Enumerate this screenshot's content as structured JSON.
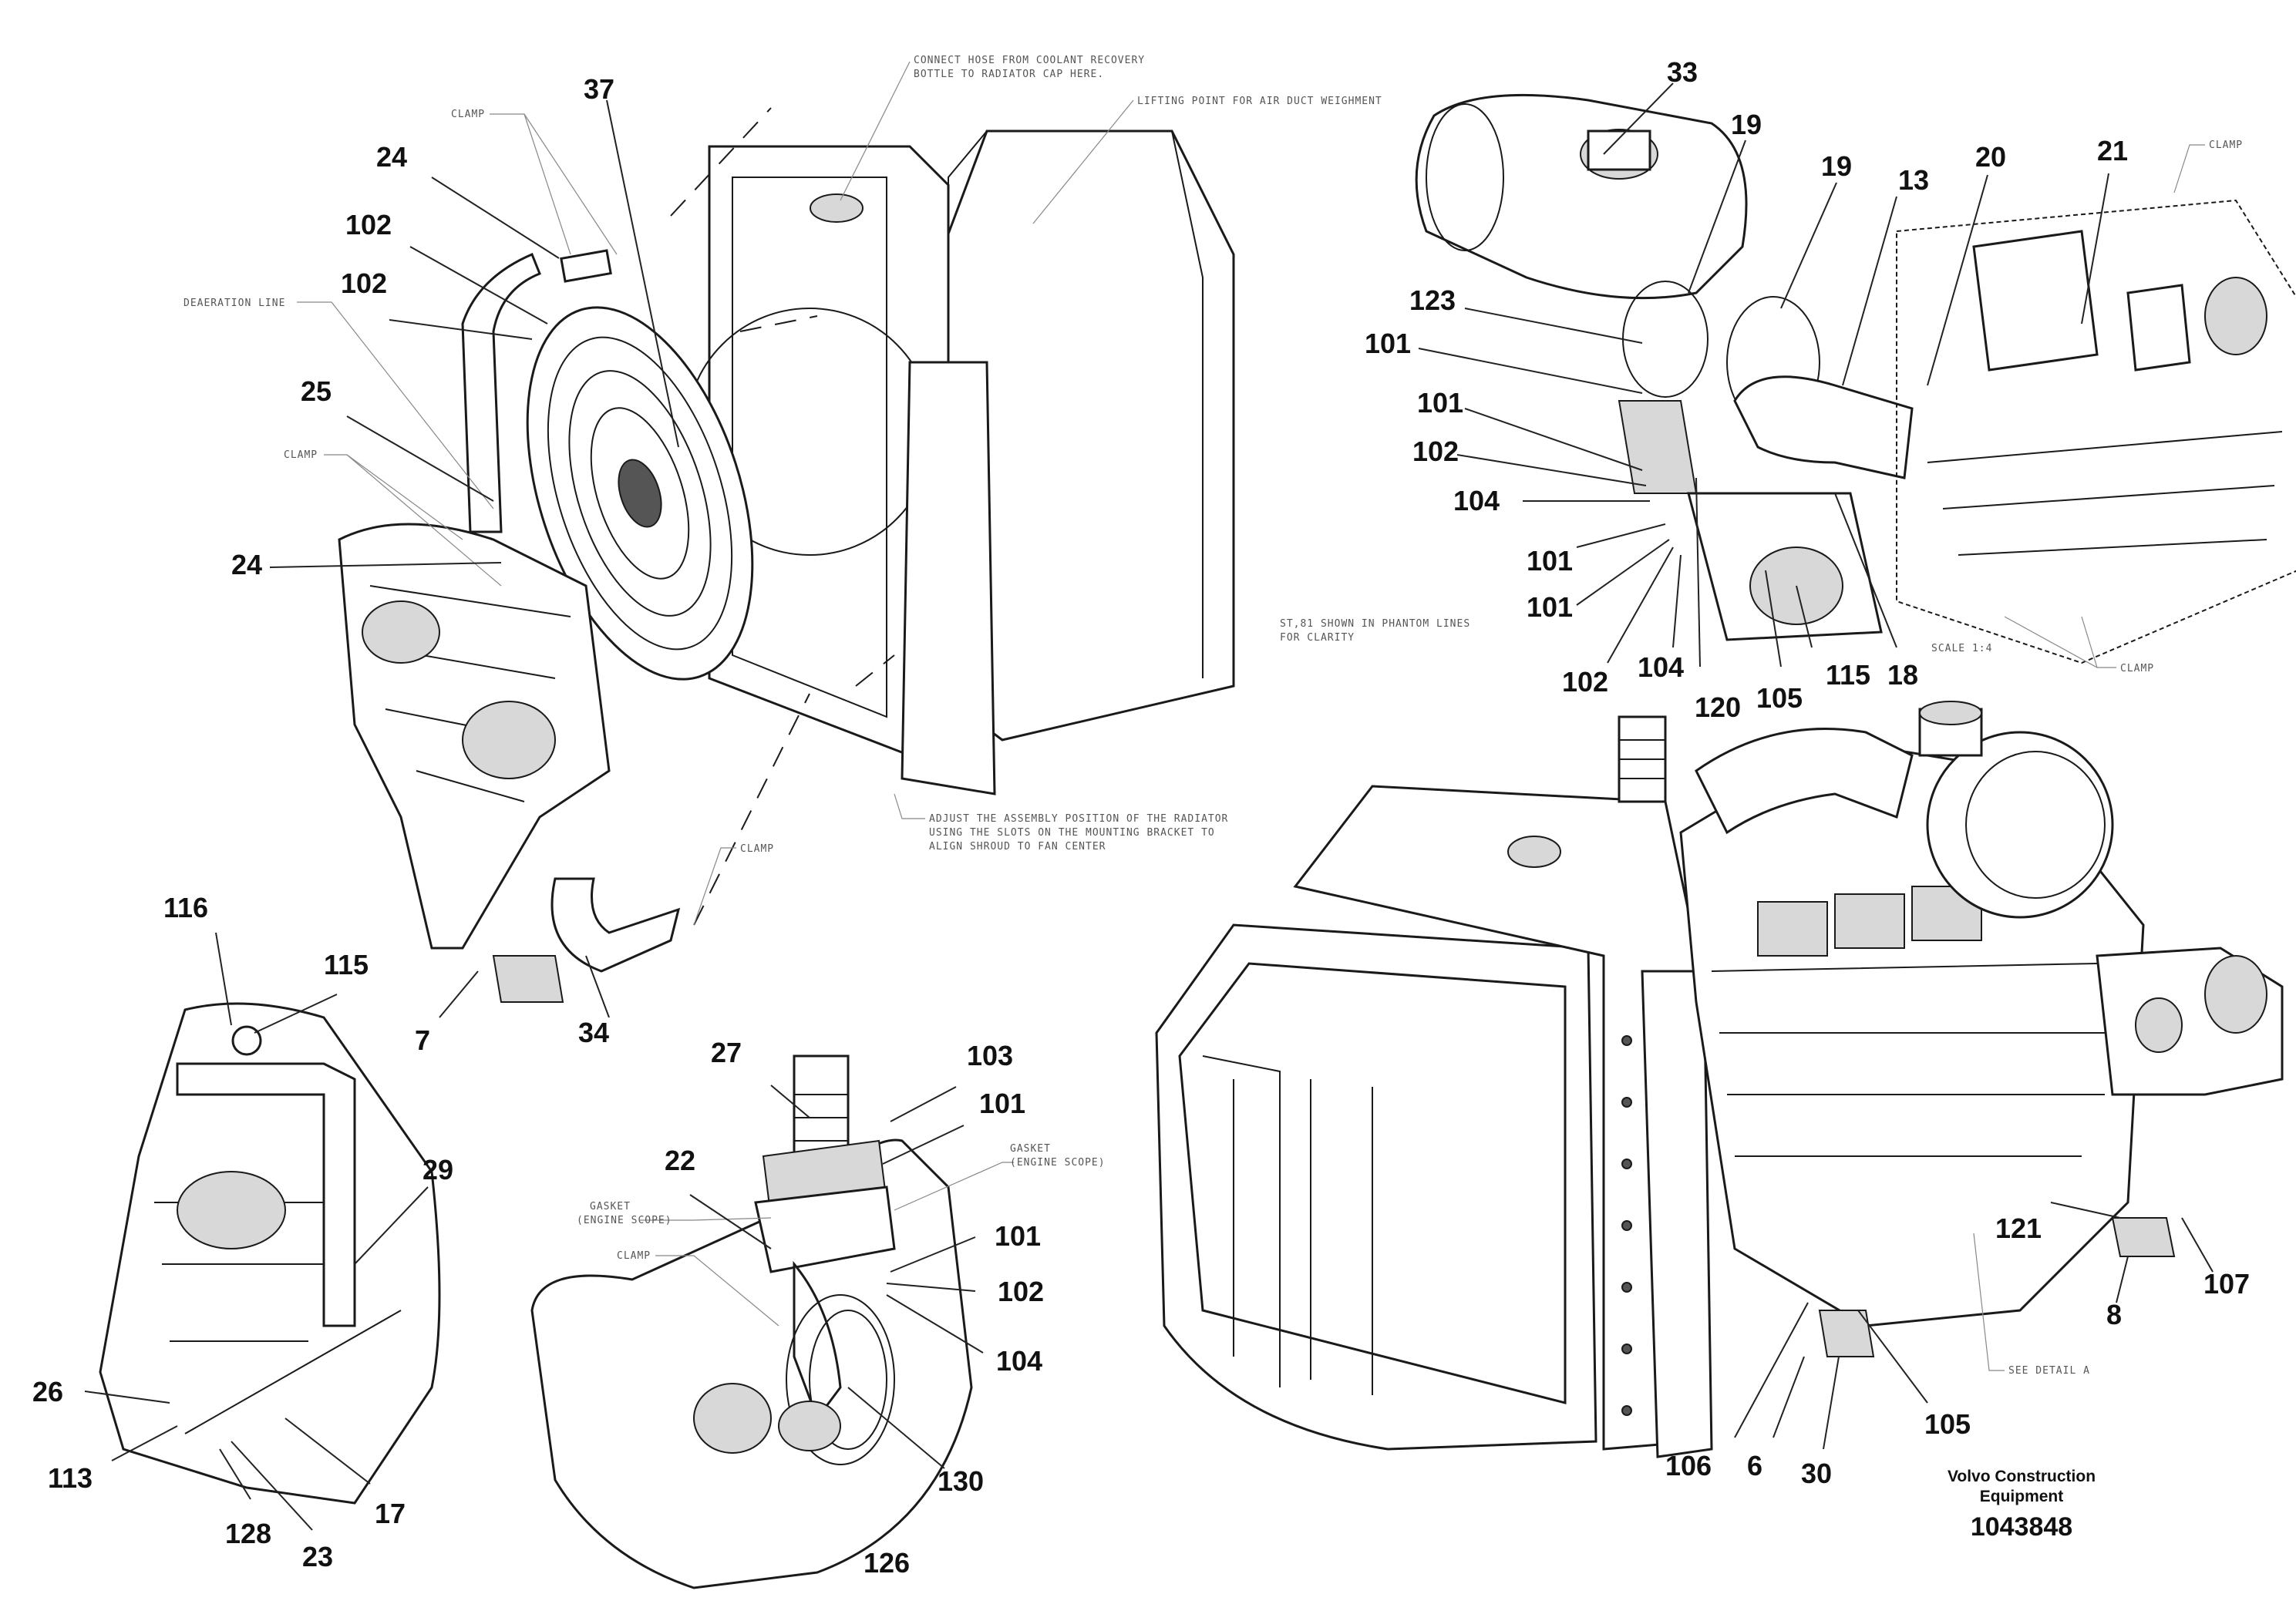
{
  "brand": {
    "line1": "Volvo Construction",
    "line2": "Equipment",
    "document_number": "1043848"
  },
  "notes": {
    "clamp": "CLAMP",
    "connect_hose": "CONNECT HOSE FROM COOLANT RECOVERY",
    "connect_hose_2": "BOTTLE TO RADIATOR CAP HERE.",
    "lifting_point": "LIFTING POINT FOR AIR DUCT WEIGHMENT",
    "deaeration_line": "DEAERATION LINE",
    "phantom_1": "ST,81 SHOWN IN PHANTOM LINES",
    "phantom_2": "FOR CLARITY",
    "adjust_1": "ADJUST THE ASSEMBLY POSITION OF THE RADIATOR",
    "adjust_2": "USING THE SLOTS ON THE MOUNTING BRACKET TO",
    "adjust_3": "ALIGN SHROUD TO FAN CENTER",
    "scale": "SCALE  1:4",
    "gasket": "GASKET",
    "gasket_scope": "(ENGINE SCOPE)",
    "see_detail": "SEE DETAIL  A"
  },
  "part_numbers": {
    "p37": "37",
    "p24a": "24",
    "p102a": "102",
    "p102b": "102",
    "p25": "25",
    "p24b": "24",
    "p7": "7",
    "p34": "34",
    "p33": "33",
    "p19a": "19",
    "p19b": "19",
    "p13": "13",
    "p20": "20",
    "p21": "21",
    "p123": "123",
    "p101a": "101",
    "p101b": "101",
    "p102c": "102",
    "p104a": "104",
    "p101c": "101",
    "p101d": "101",
    "p102d": "102",
    "p104b": "104",
    "p120": "120",
    "p105a": "105",
    "p115a": "115",
    "p18": "18",
    "p116": "116",
    "p115b": "115",
    "p29": "29",
    "p26": "26",
    "p113": "113",
    "p128": "128",
    "p23": "23",
    "p17": "17",
    "p27": "27",
    "p103": "103",
    "p101e": "101",
    "p22": "22",
    "p101f": "101",
    "p102e": "102",
    "p104c": "104",
    "p130": "130",
    "p126": "126",
    "p121": "121",
    "p8": "8",
    "p107": "107",
    "p106": "106",
    "p6": "6",
    "p30": "30",
    "p105b": "105"
  }
}
